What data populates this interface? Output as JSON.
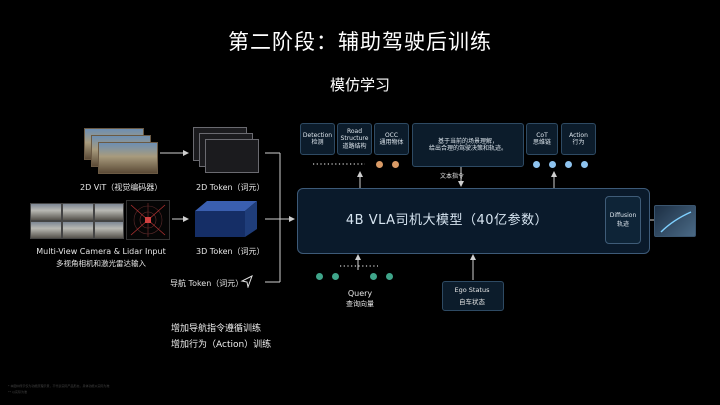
{
  "title": "第二阶段：辅助驾驶后训练",
  "subtitle": "模仿学习",
  "inputs": {
    "vit_label": "2D ViT（视觉编码器）",
    "camera_label_en": "Multi-View Camera & Lidar Input",
    "camera_label_cn": "多视角相机和激光雷达输入",
    "token_2d": "2D Token（词元）",
    "token_3d": "3D Token（词元）",
    "nav_token": "导航 Token（词元）"
  },
  "top_boxes": [
    {
      "label": "Detection\n检测"
    },
    {
      "label": "Road\nStructure\n道路结构"
    },
    {
      "label": "OCC\n通用物体"
    },
    {
      "label": "基于当前的场景理解，\n给出合理的驾驶决策和轨迹。"
    },
    {
      "label": "CoT\n思维链"
    },
    {
      "label": "Action\n行为"
    }
  ],
  "text_instruction": "文本指令",
  "model": {
    "label": "4B VLA司机大模型（40亿参数）",
    "diffusion": "Diffusion\n轨迹"
  },
  "query": {
    "en": "Query",
    "cn": "查询向量"
  },
  "ego": {
    "en": "Ego Status",
    "cn": "自车状态"
  },
  "notes": [
    "增加导航指令遵循训练",
    "增加行为（Action）训练"
  ],
  "footnotes": [
    "* 本图中所示仅为功能原理示意，不代表实际产品形态，具体功能以实际为准",
    "** 以实际为准"
  ],
  "colors": {
    "box_bg": "#0c1c2b",
    "box_border": "#2e4a63",
    "main_bg": "#0a1a2b",
    "dot_orange": "#d99a66",
    "dot_blue": "#8ec3ef",
    "dot_teal": "#3fa58a"
  },
  "icons": [
    "navigation-arrow-icon"
  ]
}
